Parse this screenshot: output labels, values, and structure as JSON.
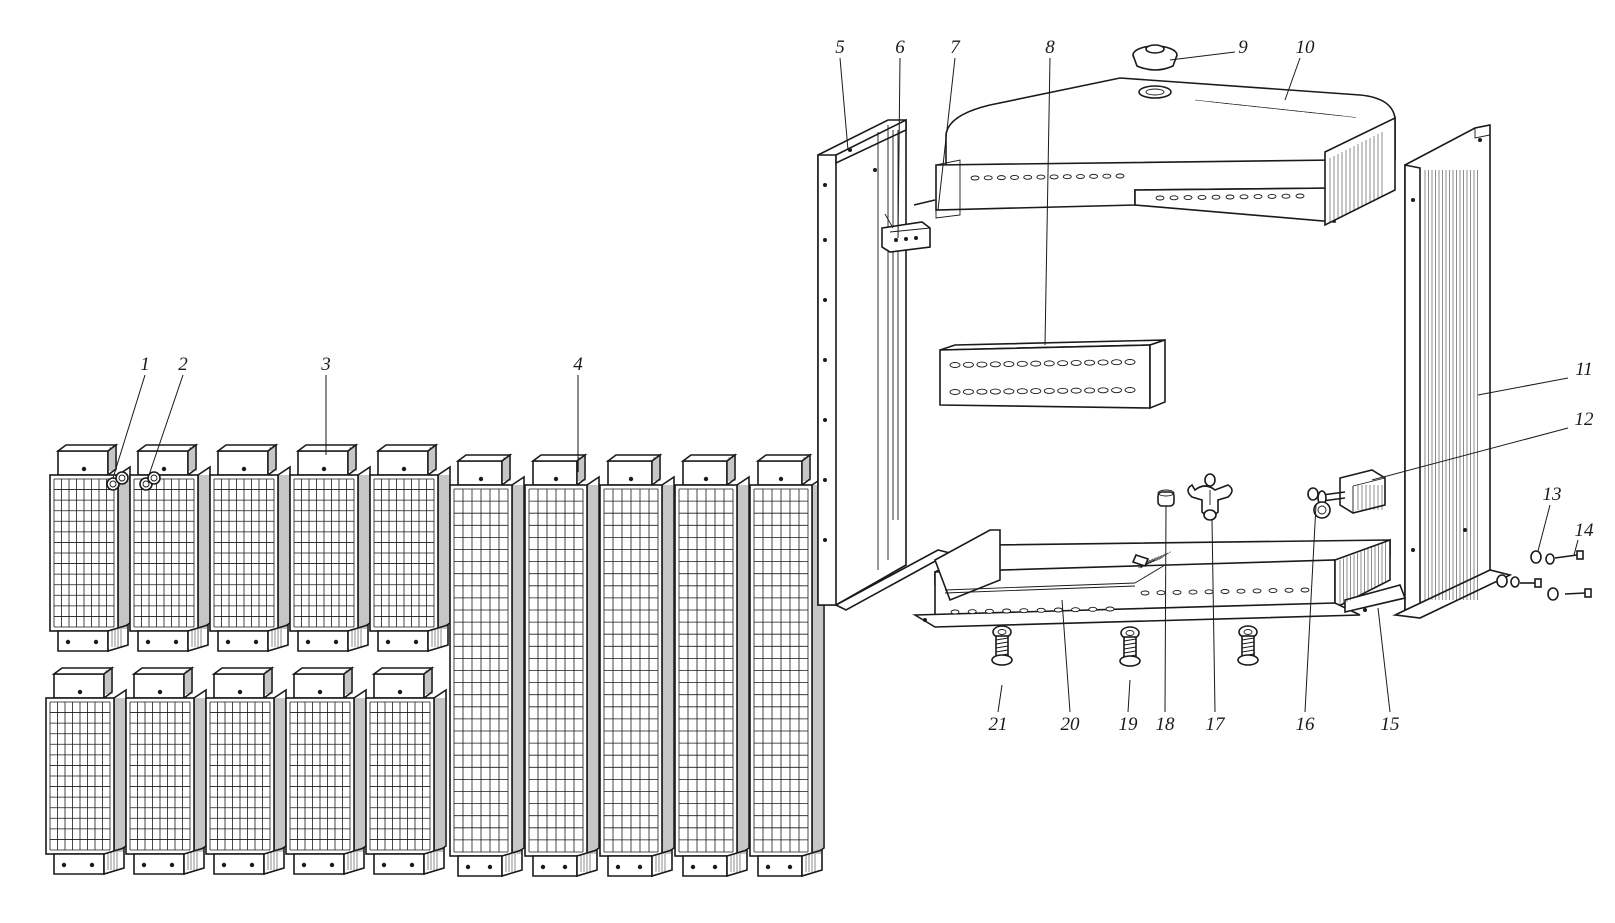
{
  "figure": {
    "callouts": {
      "c1": "1",
      "c2": "2",
      "c3": "3",
      "c4": "4",
      "c5": "5",
      "c6": "6",
      "c7": "7",
      "c8": "8",
      "c9": "9",
      "c10": "10",
      "c11": "11",
      "c12": "12",
      "c13": "13",
      "c14": "14",
      "c15": "15",
      "c16": "16",
      "c17": "17",
      "c18": "18",
      "c19": "19",
      "c20": "20",
      "c21": "21"
    }
  }
}
